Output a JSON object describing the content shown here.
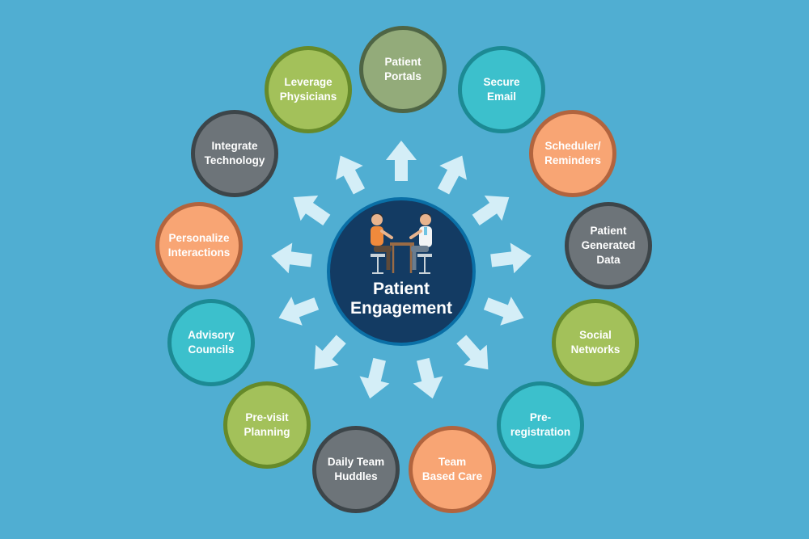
{
  "center": {
    "title_line1": "Patient",
    "title_line2": "Engagement"
  },
  "nodes": [
    {
      "label": "Patient\nPortals",
      "color": "sage"
    },
    {
      "label": "Secure\nEmail",
      "color": "teal"
    },
    {
      "label": "Scheduler/\nReminders",
      "color": "orange"
    },
    {
      "label": "Patient\nGenerated\nData",
      "color": "gray"
    },
    {
      "label": "Social\nNetworks",
      "color": "lime"
    },
    {
      "label": "Pre-\nregistration",
      "color": "teal"
    },
    {
      "label": "Team\nBased Care",
      "color": "orange"
    },
    {
      "label": "Daily Team\nHuddles",
      "color": "gray"
    },
    {
      "label": "Pre-visit\nPlanning",
      "color": "lime"
    },
    {
      "label": "Advisory\nCouncils",
      "color": "teal"
    },
    {
      "label": "Personalize\nInteractions",
      "color": "orange"
    },
    {
      "label": "Integrate\nTechnology",
      "color": "gray"
    },
    {
      "label": "Leverage\nPhysicians",
      "color": "lime"
    }
  ],
  "colors": {
    "background": "#50aed2",
    "arrow": "#d4eef7",
    "center_fill": "#133b63",
    "center_ring": "#0a6fa6"
  }
}
